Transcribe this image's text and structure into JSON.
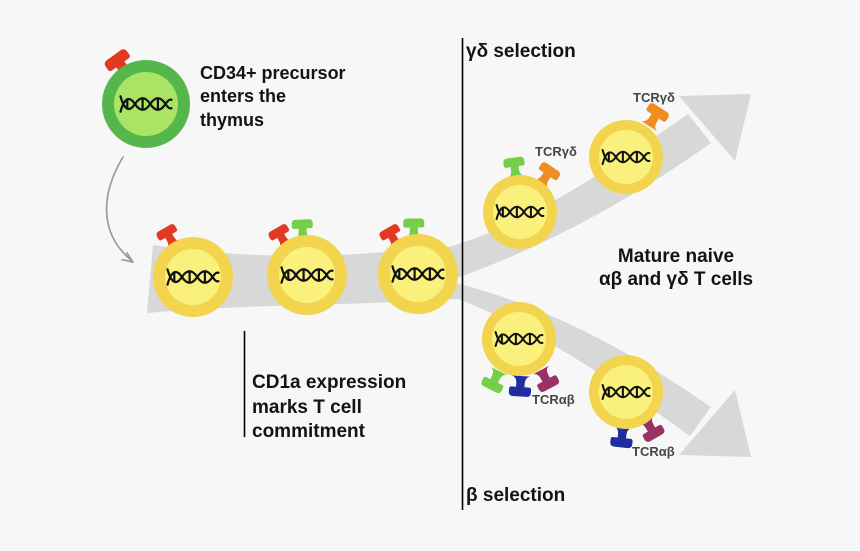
{
  "colors": {
    "background": "#f7f7f7",
    "band": "#d8d8d8",
    "thin_arrow": "#999999",
    "line": "#000000",
    "text_primary": "#131313",
    "text_receptor": "#454545",
    "cell_green_outer": "#55b64b",
    "cell_green_inner": "#a9e464",
    "cell_yellow_outer": "#f3d44e",
    "cell_yellow_inner": "#f9f17b",
    "pin_red": "#e23a22",
    "pin_green": "#74ce48",
    "pin_orange": "#ef8d20",
    "pin_blue": "#1f2d9e",
    "pin_purple": "#9a3266",
    "dna": "#111111"
  },
  "annotations": {
    "cd34_label": "CD34+ precursor\nenters the\nthymus",
    "gamma_delta_selection": "γδ selection",
    "beta_selection": "β selection",
    "cd1a_label": "CD1a expression\nmarks T cell\ncommitment",
    "mature_label": "Mature naive\nαβ and γδ T cells"
  },
  "receptor_labels": {
    "tcr_gamma_delta": "TCRγδ",
    "tcr_alpha_beta": "TCRαβ"
  },
  "cells": [
    {
      "name": "cd34-precursor",
      "fill": "green",
      "receptors": [
        "red"
      ]
    },
    {
      "name": "thymocyte-1",
      "fill": "yellow",
      "receptors": [
        "red"
      ]
    },
    {
      "name": "thymocyte-2",
      "fill": "yellow",
      "receptors": [
        "red",
        "green"
      ]
    },
    {
      "name": "thymocyte-3",
      "fill": "yellow",
      "receptors": [
        "red",
        "green"
      ]
    },
    {
      "name": "gamma-delta-t-cell-1",
      "fill": "yellow",
      "receptors": [
        "green",
        "orange"
      ],
      "label": "TCRγδ"
    },
    {
      "name": "gamma-delta-t-cell-2",
      "fill": "yellow",
      "receptors": [
        "orange"
      ],
      "label": "TCRγδ"
    },
    {
      "name": "alpha-beta-t-cell-1",
      "fill": "yellow",
      "receptors": [
        "green",
        "blue",
        "purple"
      ],
      "label": "TCRαβ"
    },
    {
      "name": "alpha-beta-t-cell-2",
      "fill": "yellow",
      "receptors": [
        "blue",
        "purple"
      ],
      "label": "TCRαβ"
    }
  ]
}
